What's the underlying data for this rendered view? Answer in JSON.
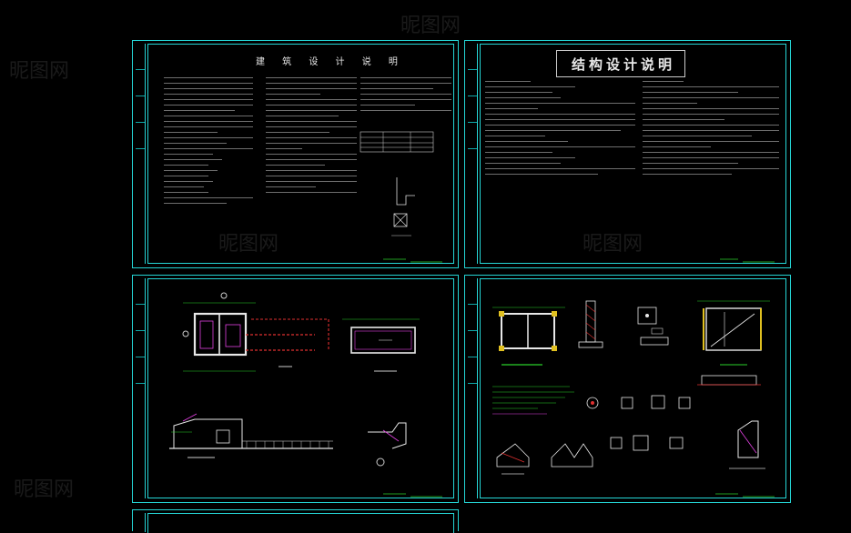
{
  "sheets": {
    "architecture_notes": {
      "title": "建 筑 设 计 说 明"
    },
    "structure_notes": {
      "title": "结构设计说明"
    }
  },
  "watermark": {
    "text": "昵图网"
  },
  "colors": {
    "frame": "#25d6d6",
    "background": "#000000",
    "text": "#e8e8e8",
    "wall": "#e040e0",
    "dim": "#2ad02a",
    "red": "#e03030",
    "yellow": "#e0c020"
  }
}
